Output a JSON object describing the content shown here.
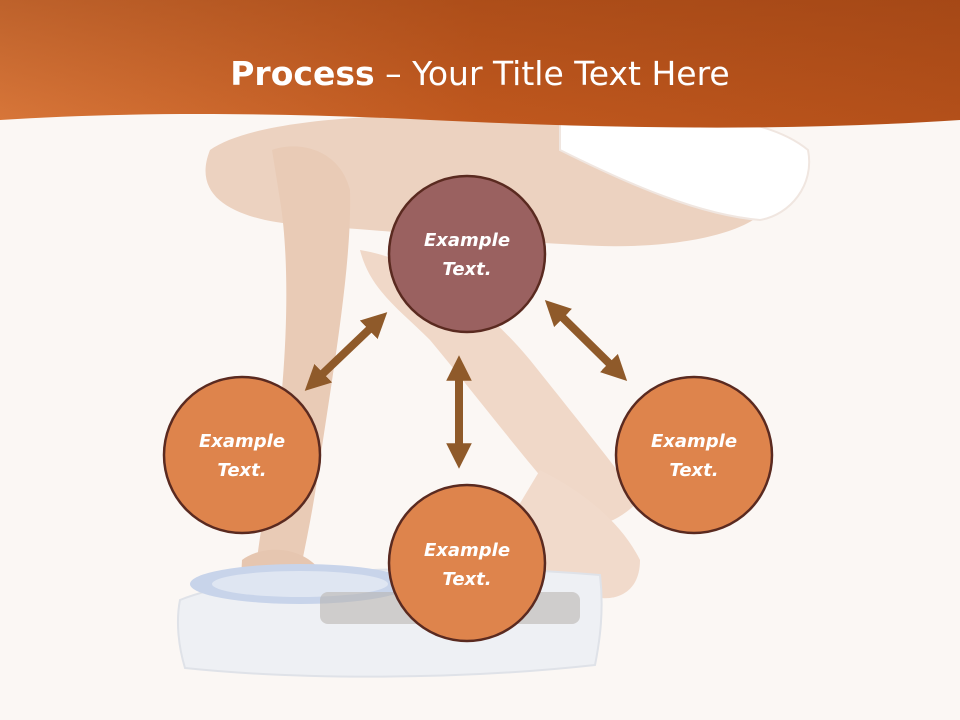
{
  "title": {
    "bold": "Process",
    "separator": " – ",
    "rest": "Your Title Text Here"
  },
  "colors": {
    "header_dark": "#b4501a",
    "header_light": "#d9773a",
    "center_node": "#9a6160",
    "outer_node": "#de844c",
    "node_border": "#5a2a20",
    "arrow": "#8f5a2a",
    "background": "#fbf7f4"
  },
  "nodes": [
    {
      "id": "top",
      "line1": "Example",
      "line2": "Text."
    },
    {
      "id": "left",
      "line1": "Example",
      "line2": "Text."
    },
    {
      "id": "bottom",
      "line1": "Example",
      "line2": "Text."
    },
    {
      "id": "right",
      "line1": "Example",
      "line2": "Text."
    }
  ],
  "arrows": [
    {
      "name": "arrow-top-left",
      "from": "top",
      "to": "left",
      "style": "double-headed"
    },
    {
      "name": "arrow-top-bottom",
      "from": "top",
      "to": "bottom",
      "style": "double-headed"
    },
    {
      "name": "arrow-top-right",
      "from": "top",
      "to": "right",
      "style": "double-headed"
    }
  ]
}
